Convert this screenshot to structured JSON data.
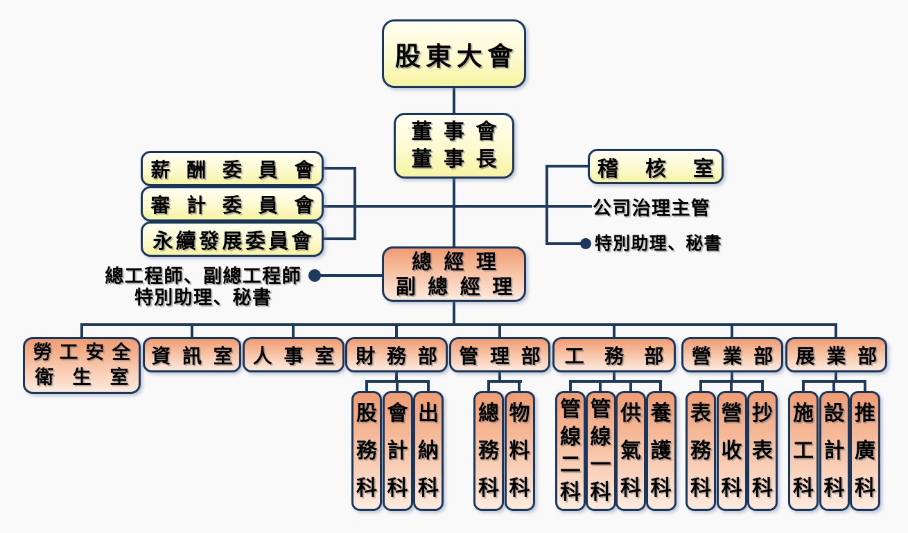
{
  "page": {
    "background": "#F9F9F9"
  },
  "colors": {
    "connector": "#1E3A5F",
    "box_border": "#17375E",
    "yellow_box_top": "#FFFFF2",
    "yellow_box_bottom": "#F7F3A2",
    "orange_box_top": "#F09C72",
    "orange_box_bottom": "#FDEADD",
    "text": "#000000"
  },
  "org": {
    "shareholders": "股東大會",
    "board": {
      "line1": "董事會",
      "line2": "董事長"
    },
    "committees": [
      "薪酬委員會",
      "審計委員會",
      "永續發展委員會"
    ],
    "audit_office": "稽核室",
    "governance_officer": "公司治理主管",
    "board_assistant": "特別助理、秘書",
    "general_manager": {
      "line1": "總經理",
      "line2": "副總經理"
    },
    "gm_staff": {
      "line1": "總工程師、副總工程師",
      "line2": "特別助理、秘書"
    },
    "departments": [
      {
        "label": "勞工安全",
        "line2": "衛生室",
        "sections": []
      },
      {
        "label": "資訊室",
        "sections": []
      },
      {
        "label": "人事室",
        "sections": []
      },
      {
        "label": "財務部",
        "sections": [
          "股務科",
          "會計科",
          "出納科"
        ]
      },
      {
        "label": "管理部",
        "sections": [
          "總務科",
          "物料科"
        ]
      },
      {
        "label": "工務部",
        "sections": [
          "管線二科",
          "管線一科",
          "供氣科",
          "養護科"
        ]
      },
      {
        "label": "營業部",
        "sections": [
          "表務科",
          "營收科",
          "抄表科"
        ]
      },
      {
        "label": "展業部",
        "sections": [
          "施工科",
          "設計科",
          "推廣科"
        ]
      }
    ]
  }
}
